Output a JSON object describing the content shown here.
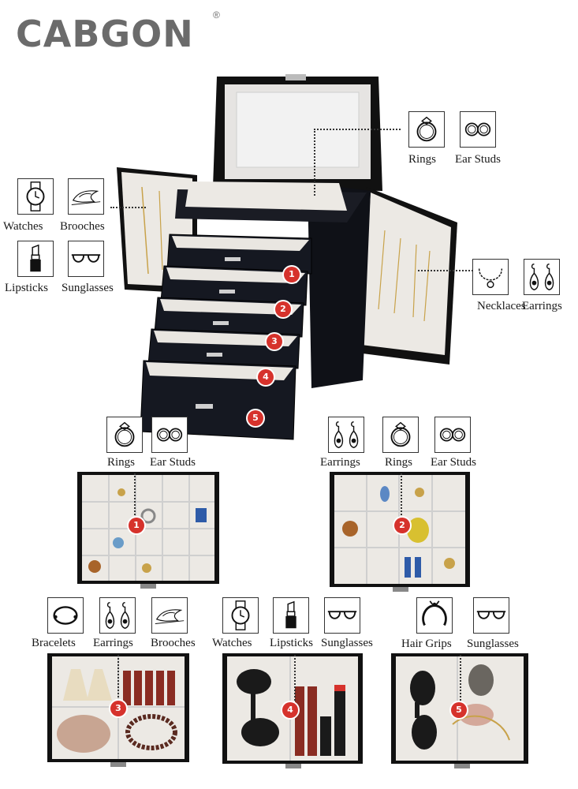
{
  "brand": {
    "name": "CABGON",
    "registered": "®"
  },
  "callouts": {
    "rings_top": "Rings",
    "ear_studs_top": "Ear Studs",
    "watches_top": "Watches",
    "brooches_top": "Brooches",
    "lipsticks_top": "Lipsticks",
    "sunglasses_top": "Sunglasses",
    "necklaces": "Necklaces",
    "earrings_top": "Earrings"
  },
  "drawer_badges": [
    "1",
    "2",
    "3",
    "4",
    "5"
  ],
  "drawer1": {
    "labels": [
      "Rings",
      "Ear Studs"
    ],
    "badge": "1"
  },
  "drawer2": {
    "labels": [
      "Earrings",
      "Rings",
      "Ear Studs"
    ],
    "badge": "2"
  },
  "drawer3": {
    "labels": [
      "Bracelets",
      "Earrings",
      "Brooches"
    ],
    "badge": "3"
  },
  "drawer4": {
    "labels": [
      "Watches",
      "Lipsticks",
      "Sunglasses"
    ],
    "badge": "4"
  },
  "drawer5": {
    "labels": [
      "Hair Grips",
      "Sunglasses"
    ],
    "badge": "5"
  },
  "colors": {
    "badge": "#d6322c",
    "box": "#151821",
    "lining": "#ece9e4",
    "logo": "#6b6b6b"
  }
}
